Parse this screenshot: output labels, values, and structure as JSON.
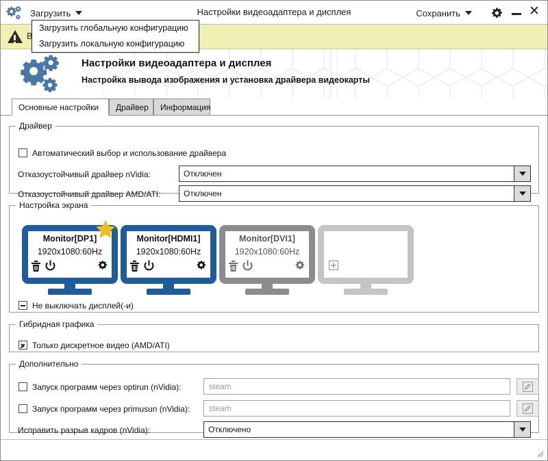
{
  "window": {
    "app_icon": "gears-icon",
    "title": "Настройки видеоадаптера и дисплея",
    "load_button": "Загрузить",
    "save_button": "Сохранить",
    "settings_icon": "gear-icon",
    "minimize_icon": "minimize-icon",
    "close_icon": "close-icon"
  },
  "menu": {
    "open": true,
    "items": [
      "Загрузить глобальную конфигурацию",
      "Загрузить локальную конфигурацию"
    ]
  },
  "warning": {
    "icon": "warning-triangle-icon",
    "text": "В",
    "bg_color": "#f2efb4"
  },
  "banner": {
    "icon": "gears-icon",
    "heading": "Настройки видеоадаптера и дисплея",
    "subheading": "Настройка вывода изображения и установка драйвера видеокарты"
  },
  "tabs": [
    {
      "label": "Основные настройки",
      "active": true
    },
    {
      "label": "Драйвер",
      "active": false
    },
    {
      "label": "Информация",
      "active": false
    }
  ],
  "driver_group": {
    "legend": "Драйвер",
    "auto_checkbox": {
      "label": "Автоматический выбор и использование драйвера",
      "state": "unchecked"
    },
    "rows": [
      {
        "label": "Отказоустойчивый драйвер nVidia:",
        "value": "Отключен"
      },
      {
        "label": "Отказоустойчивый драйвер AMD/ATI:",
        "value": "Отключен"
      }
    ]
  },
  "screen_group": {
    "legend": "Настройка экрана",
    "monitors": [
      {
        "name": "Monitor[DP1]",
        "resolution": "1920x1080:60Hz",
        "color": "#1f5c99",
        "primary": true,
        "enabled": true,
        "icons": [
          "trash-icon",
          "power-icon",
          "gear-icon"
        ]
      },
      {
        "name": "Monitor[HDMI1]",
        "resolution": "1920x1080:60Hz",
        "color": "#1f5c99",
        "primary": false,
        "enabled": true,
        "icons": [
          "trash-icon",
          "power-icon",
          "gear-icon"
        ]
      },
      {
        "name": "Monitor[DVI1]",
        "resolution": "1920x1080:60Hz",
        "color": "#8c8c8c",
        "primary": false,
        "enabled": false,
        "icons": [
          "trash-icon",
          "power-icon",
          "gear-icon"
        ]
      }
    ],
    "add_slot": {
      "icon": "plus-box-icon",
      "color": "#c4c4c4"
    },
    "keep_on_checkbox": {
      "label": "Не выключать дисплей(-и)",
      "state": "indeterminate"
    }
  },
  "hybrid_group": {
    "legend": "Гибридная графика",
    "discrete_checkbox": {
      "label": "Только дискретное видео (AMD/ATI)",
      "state": "checked"
    }
  },
  "extra_group": {
    "legend": "Дополнительно",
    "optirun": {
      "label": "Запуск программ через optirun (nVidia):",
      "state": "unchecked",
      "placeholder": "steam",
      "value": "",
      "edit_icon": "pencil-box-icon"
    },
    "primusrun": {
      "label": "Запуск программ через primusun (nVidia):",
      "state": "unchecked",
      "placeholder": "steam",
      "value": "",
      "edit_icon": "pencil-box-icon"
    },
    "tearfree": {
      "label": "Исправить разрыв кадров (nVidia):",
      "value": "Отключено"
    }
  },
  "statusbar": {
    "resize_grip": "resize-grip-icon"
  },
  "colors": {
    "accent_blue": "#1f5c99",
    "star_gold": "#f0c020",
    "disabled_grey": "#8c8c8c",
    "warning_bg": "#f2efb4"
  }
}
